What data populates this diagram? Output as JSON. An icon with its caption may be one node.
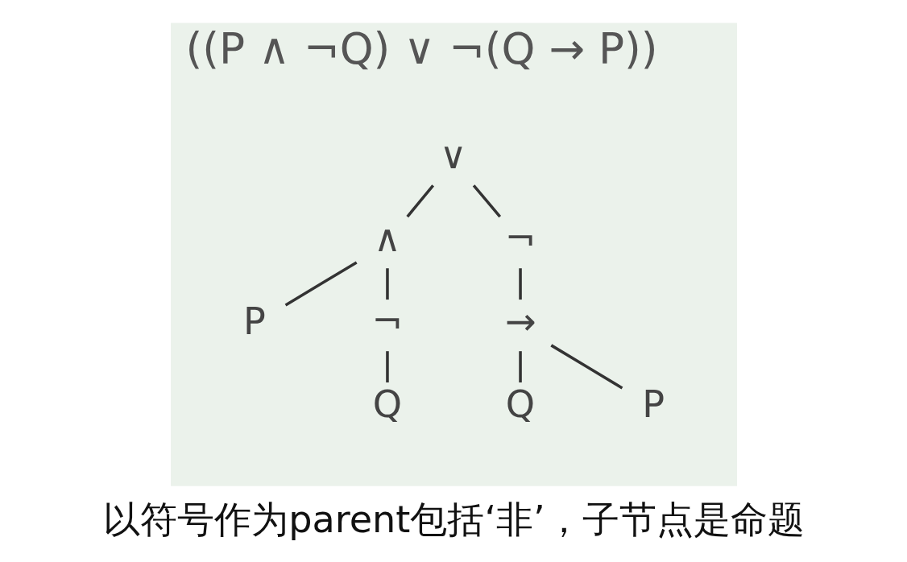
{
  "diagram": {
    "caption": "以符号作为parent包括‘非’，子节点是命题",
    "nodes": [
      {
        "text": [
          "((P ∧ ¬Q) ∨ ¬(Q → P))"
        ]
      },
      {
        "text": [
          "∨"
        ],
        "in": 0
      },
      {
        "text": [
          "∧"
        ],
        "in": 0
      },
      {
        "text": [
          "¬"
        ],
        "in": 0
      },
      {
        "text": [
          "P"
        ],
        "in": 0
      },
      {
        "text": [
          "¬"
        ],
        "in": 0
      },
      {
        "text": [
          "→"
        ],
        "in": 0
      },
      {
        "text": [
          "Q"
        ],
        "in": 0
      },
      {
        "text": [
          "Q"
        ],
        "in": 0
      },
      {
        "text": [
          "P"
        ],
        "in": 0
      }
    ],
    "edges": [
      {
        "from": 1,
        "to": 2,
        "arrow": "none"
      },
      {
        "from": 1,
        "to": 3,
        "arrow": "none"
      },
      {
        "from": 2,
        "to": 4,
        "arrow": "none"
      },
      {
        "from": 2,
        "to": 5,
        "arrow": "none"
      },
      {
        "from": 3,
        "to": 6,
        "arrow": "none"
      },
      {
        "from": 5,
        "to": 7,
        "arrow": "none"
      },
      {
        "from": 6,
        "to": 8,
        "arrow": "none"
      },
      {
        "from": 6,
        "to": 9,
        "arrow": "none"
      }
    ]
  }
}
